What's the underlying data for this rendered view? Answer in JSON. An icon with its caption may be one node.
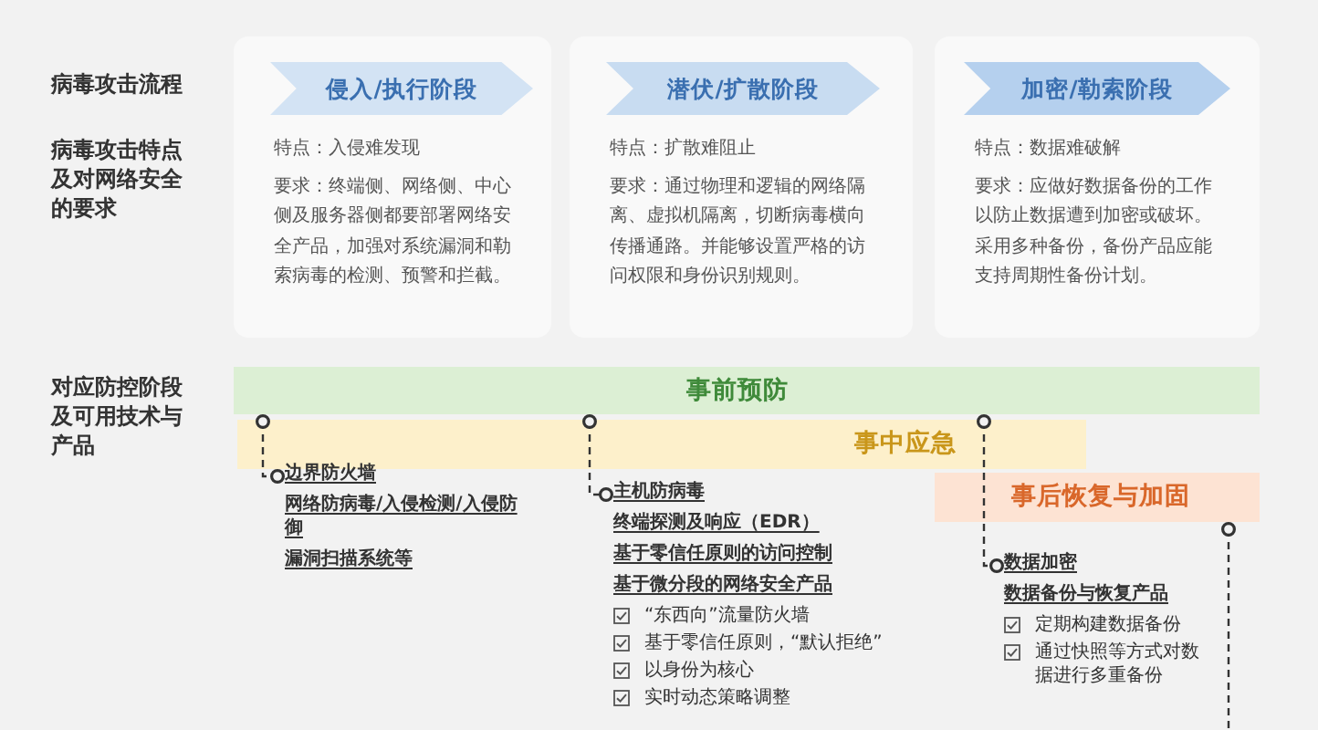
{
  "diagram": {
    "nodes": [
      {
        "text": [
          "特点：入侵难发现",
          "要求：终端侧、网络侧、中心侧及服务器侧都要部署网络安全产品，加强对系统漏洞和勒索病毒的检测、预警和拦截。"
        ]
      },
      {
        "text": [
          "侵入/执行阶段"
        ],
        "in": 0
      },
      {
        "text": [
          "特点：扩散难阻止",
          "要求：通过物理和逻辑的网络隔离、虚拟机隔离，切断病毒横向传播通路。并能够设置严格的访问权限和身份识别规则。"
        ]
      },
      {
        "text": [
          "潜伏/扩散阶段"
        ],
        "in": 2
      },
      {
        "text": [
          "特点：数据难破解",
          "要求：应做好数据备份的工作以防止数据遭到加密或破坏。采用多种备份，备份产品应能支持周期性备份计划。"
        ]
      },
      {
        "text": [
          "加密/勒索阶段"
        ],
        "in": 4
      },
      {
        "text": [
          "事前预防"
        ]
      },
      {
        "text": [
          "事中应急"
        ]
      },
      {
        "text": [
          "事后恢复与加固"
        ]
      },
      {
        "text": [
          "边界防火墙",
          "网络防病毒/入侵检测/入侵防御",
          "漏洞扫描系统等"
        ]
      },
      {
        "text": [
          "主机防病毒",
          "终端探测及响应（EDR）",
          "基于零信任原则的访问控制",
          "基于微分段的网络安全产品",
          "“东西向”流量防火墙",
          "基于零信任原则，“默认拒绝”",
          "以身份为核心",
          "实时动态策略调整"
        ]
      },
      {
        "text": [
          "数据加密",
          "数据备份与恢复产品",
          "定期构建数据备份",
          "通过快照等方式对数据进行多重备份"
        ]
      }
    ],
    "edges": [
      {
        "from": 6,
        "to": 9,
        "arrow": "other",
        "style": "dashed"
      },
      {
        "from": 6,
        "to": 10,
        "arrow": "other",
        "style": "dashed"
      },
      {
        "from": 6,
        "to": 11,
        "arrow": "other",
        "style": "dashed"
      },
      {
        "from": 8,
        "to": null,
        "arrow": "other",
        "style": "dashed"
      }
    ],
    "labels": [
      "病毒攻击流程",
      "病毒攻击特点及对网络安全的要求",
      "对应防控阶段及可用技术与产品"
    ]
  }
}
